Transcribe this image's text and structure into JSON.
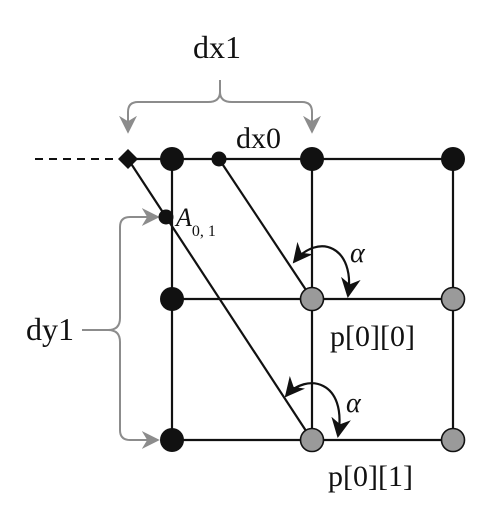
{
  "labels": {
    "dx1": "dx1",
    "dx0": "dx0",
    "dy1": "dy1",
    "a_main": "A",
    "a_sub": "0, 1",
    "alpha_top": "α",
    "alpha_bottom": "α",
    "p00": "p[0][0]",
    "p01": "p[0][1]"
  },
  "colors": {
    "ink": "#111111",
    "bracket": "#8c8c8c",
    "node_black": "#111111",
    "node_gray": "#9a9a9a"
  }
}
